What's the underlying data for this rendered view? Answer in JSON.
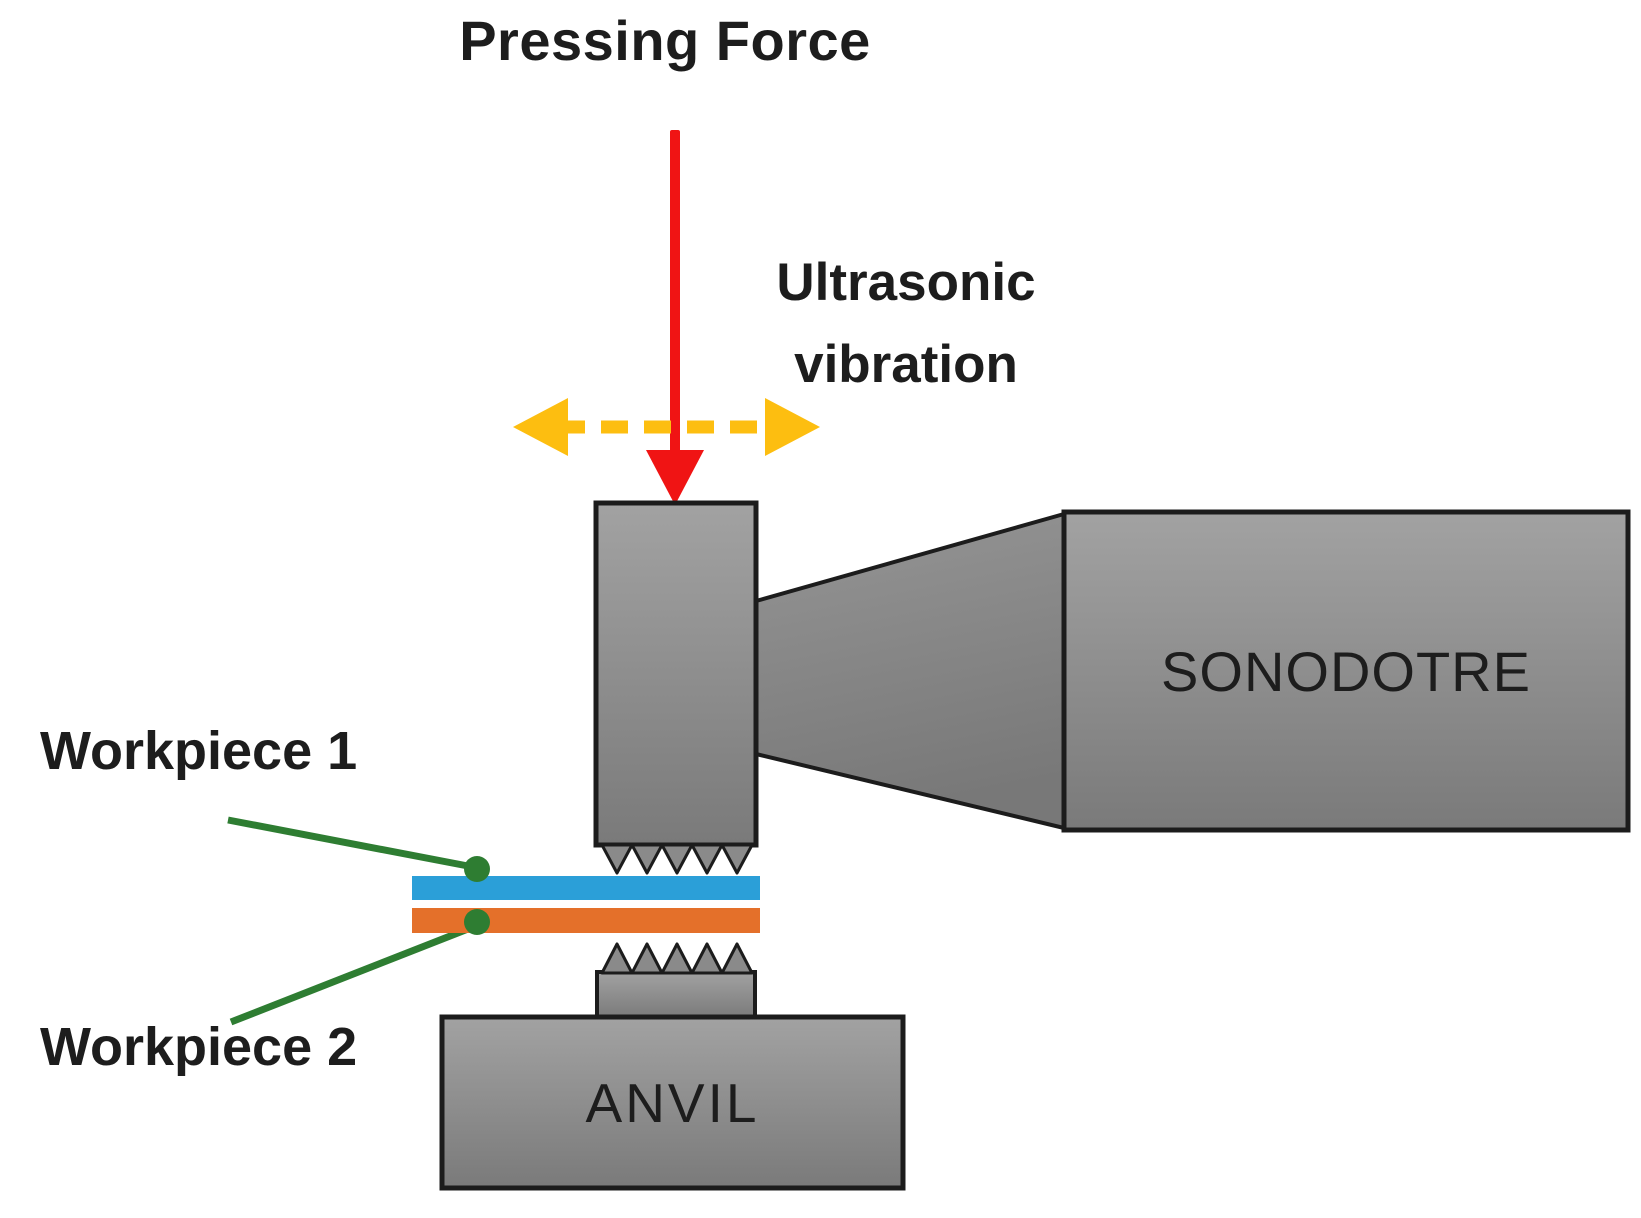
{
  "diagram": {
    "title": "Ultrasonic welding setup diagram",
    "labels": {
      "pressing_force": "Pressing Force",
      "ultrasonic_line1": "Ultrasonic",
      "ultrasonic_line2": "vibration",
      "sonotrode": "SONODOTRE",
      "anvil": "ANVIL",
      "workpiece1": "Workpiece 1",
      "workpiece2": "Workpiece 2"
    },
    "colors": {
      "pressing_force_arrow": "#f01414",
      "vibration_arrow": "#fdbe10",
      "workpiece1_strip": "#2b9fd8",
      "workpiece2_strip": "#e4702a",
      "leader_line": "#2e7d32",
      "metal_light": "#a2a2a2",
      "metal_dark": "#7a7a7a",
      "teeth_fill": "#8a8a8a",
      "outline": "#1c1c1c",
      "text": "#1d1d1d"
    }
  }
}
